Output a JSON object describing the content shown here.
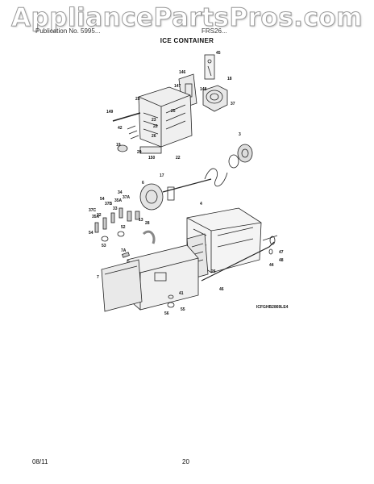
{
  "watermark": "AppliancePartsPros.com",
  "header": {
    "left": "Publication No. 5995...",
    "right": "FRS26...",
    "title": "ICE CONTAINER"
  },
  "figure_code": "ICFGHB2869LE4",
  "callouts": [
    "45",
    "146",
    "18",
    "147",
    "148",
    "37",
    "25",
    "149",
    "25",
    "23",
    "42",
    "22",
    "26",
    "19",
    "150",
    "29",
    "22",
    "3",
    "17",
    "6",
    "4",
    "34",
    "54",
    "37B",
    "35A",
    "37A",
    "37C",
    "33",
    "13",
    "35A",
    "32",
    "52",
    "28",
    "54",
    "53",
    "47",
    "48",
    "7A",
    "44",
    "7",
    "26",
    "46",
    "41",
    "56",
    "55"
  ],
  "footer": {
    "date": "08/11",
    "page": "20"
  }
}
